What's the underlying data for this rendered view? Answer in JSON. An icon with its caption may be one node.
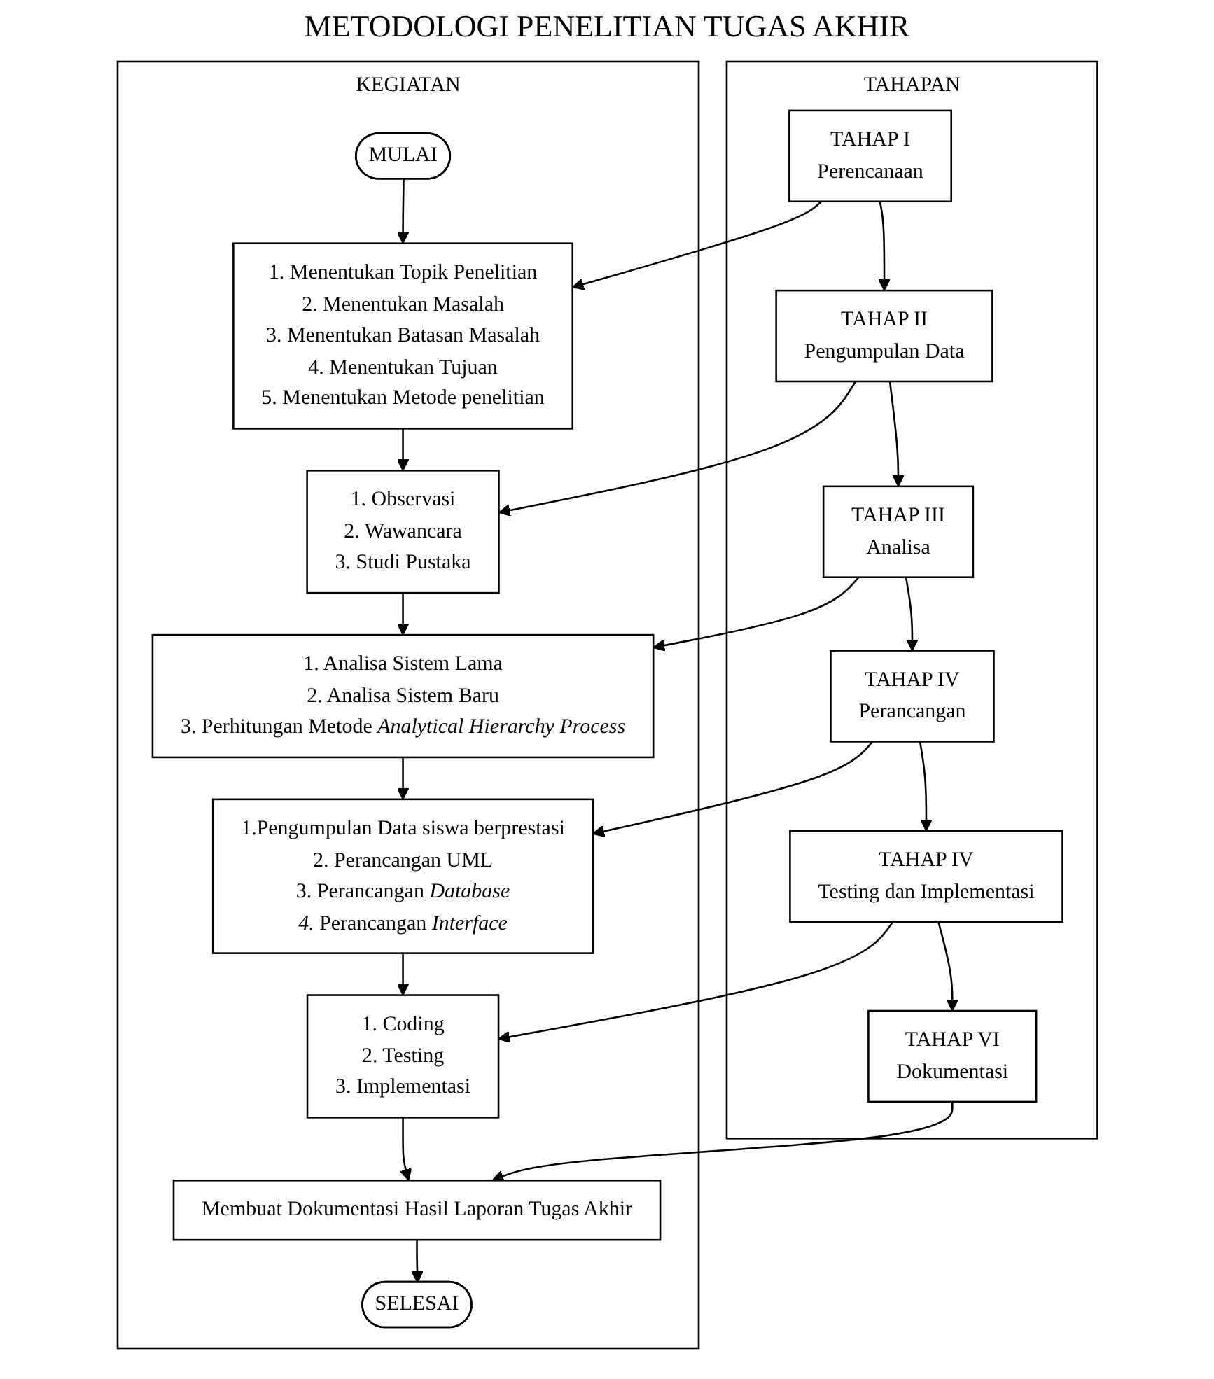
{
  "diagram": {
    "title": "METODOLOGI PENELITIAN TUGAS AKHIR",
    "nodes": [
      {
        "text": [
          "TAHAPAN"
        ]
      },
      {
        "text": [
          "KEGIATAN"
        ]
      },
      {
        "text": [
          "TAHAP I",
          "Perencanaan"
        ],
        "in": 0
      },
      {
        "text": [
          "TAHAP II",
          "Pengumpulan Data"
        ],
        "in": 0
      },
      {
        "text": [
          "TAHAP III",
          "Analisa"
        ],
        "in": 0
      },
      {
        "text": [
          "TAHAP IV",
          "Perancangan"
        ],
        "in": 0
      },
      {
        "text": [
          "TAHAP IV",
          "Testing dan Implementasi"
        ],
        "in": 0
      },
      {
        "text": [
          "TAHAP VI",
          "Dokumentasi"
        ],
        "in": 0
      },
      {
        "text": [
          "MULAI"
        ],
        "in": 1
      },
      {
        "text": [
          "1. Menentukan Topik Penelitian",
          "2. Menentukan Masalah",
          "3. Menentukan Batasan Masalah",
          "4. Menentukan Tujuan",
          "5. Menentukan Metode penelitian"
        ],
        "in": 1
      },
      {
        "text": [
          "1. Observasi",
          "2. Wawancara",
          "3. Studi Pustaka"
        ],
        "in": 1
      },
      {
        "text": [
          "1. Analisa Sistem Lama",
          "2. Analisa Sistem Baru",
          "3. Perhitungan Metode *Analytical Hierarchy Process*"
        ],
        "in": 1
      },
      {
        "text": [
          "1.Pengumpulan Data siswa berprestasi",
          "2. Perancangan UML",
          "3. Perancangan *Database*",
          "*4.* Perancangan *Interface*"
        ],
        "in": 1
      },
      {
        "text": [
          "1. Coding",
          "2. Testing",
          "3. Implementasi"
        ],
        "in": 1
      },
      {
        "text": [
          "Membuat Dokumentasi Hasil Laporan Tugas Akhir"
        ],
        "in": 1
      },
      {
        "text": [
          "SELESAI"
        ],
        "in": 1
      }
    ],
    "edges": [
      {
        "from": 8,
        "to": 9,
        "arrow": "to"
      },
      {
        "from": 2,
        "to": 9,
        "arrow": "to"
      },
      {
        "from": 2,
        "to": 3,
        "arrow": "to"
      },
      {
        "from": 9,
        "to": 10,
        "arrow": "to"
      },
      {
        "from": 3,
        "to": 10,
        "arrow": "to"
      },
      {
        "from": 3,
        "to": 4,
        "arrow": "to"
      },
      {
        "from": 10,
        "to": 11,
        "arrow": "to"
      },
      {
        "from": 4,
        "to": 11,
        "arrow": "to"
      },
      {
        "from": 4,
        "to": 5,
        "arrow": "to"
      },
      {
        "from": 11,
        "to": 12,
        "arrow": "to"
      },
      {
        "from": 5,
        "to": 12,
        "arrow": "to"
      },
      {
        "from": 5,
        "to": 6,
        "arrow": "to"
      },
      {
        "from": 12,
        "to": 13,
        "arrow": "to"
      },
      {
        "from": 6,
        "to": 13,
        "arrow": "to"
      },
      {
        "from": 6,
        "to": 7,
        "arrow": "to"
      },
      {
        "from": 13,
        "to": 14,
        "arrow": "to"
      },
      {
        "from": 7,
        "to": 14,
        "arrow": "to"
      },
      {
        "from": 14,
        "to": 15,
        "arrow": "to"
      }
    ]
  }
}
